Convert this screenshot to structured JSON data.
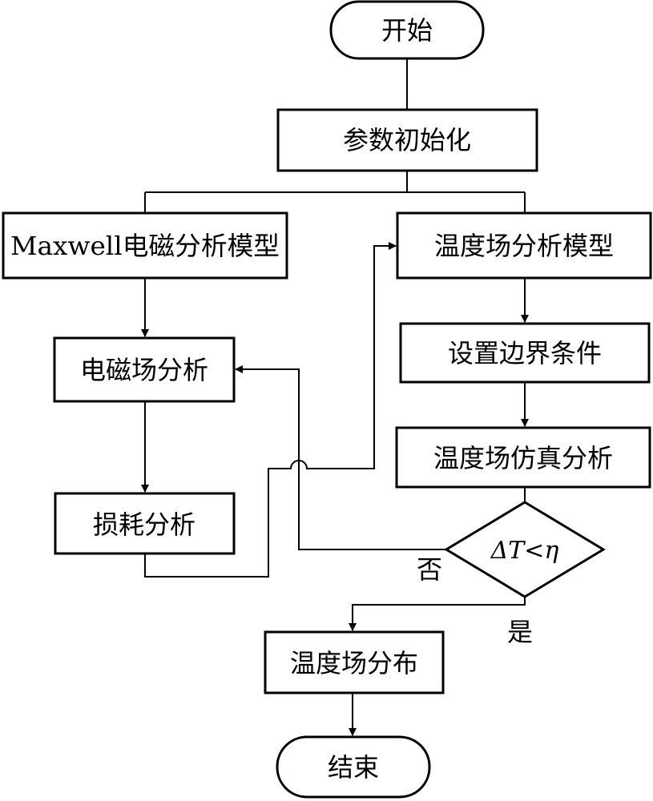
{
  "nodes": {
    "start": "开始",
    "init": "参数初始化",
    "maxwell": "Maxwell电磁分析模型",
    "temp_model": "温度场分析模型",
    "em_analysis": "电磁场分析",
    "boundary": "设置边界条件",
    "temp_sim": "温度场仿真分析",
    "loss": "损耗分析",
    "decision": "ΔT<η",
    "temp_dist": "温度场分布",
    "end": "结束"
  },
  "edges": {
    "no": "否",
    "yes": "是"
  },
  "colors": {
    "stroke": "#000000",
    "fill": "#ffffff"
  }
}
